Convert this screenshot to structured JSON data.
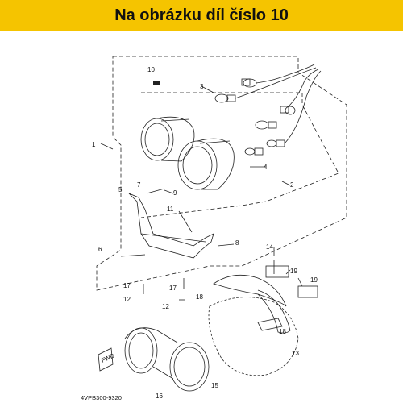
{
  "banner": {
    "title": "Na obrázku díl číslo 10"
  },
  "diagram": {
    "callouts": [
      "1",
      "2",
      "3",
      "4",
      "5",
      "6",
      "7",
      "8",
      "9",
      "10",
      "11",
      "12",
      "12",
      "13",
      "14",
      "15",
      "16",
      "17",
      "17",
      "18",
      "18",
      "19",
      "19"
    ],
    "fwd_label": "FWD",
    "drawing_code": "4VPB300-9320"
  }
}
